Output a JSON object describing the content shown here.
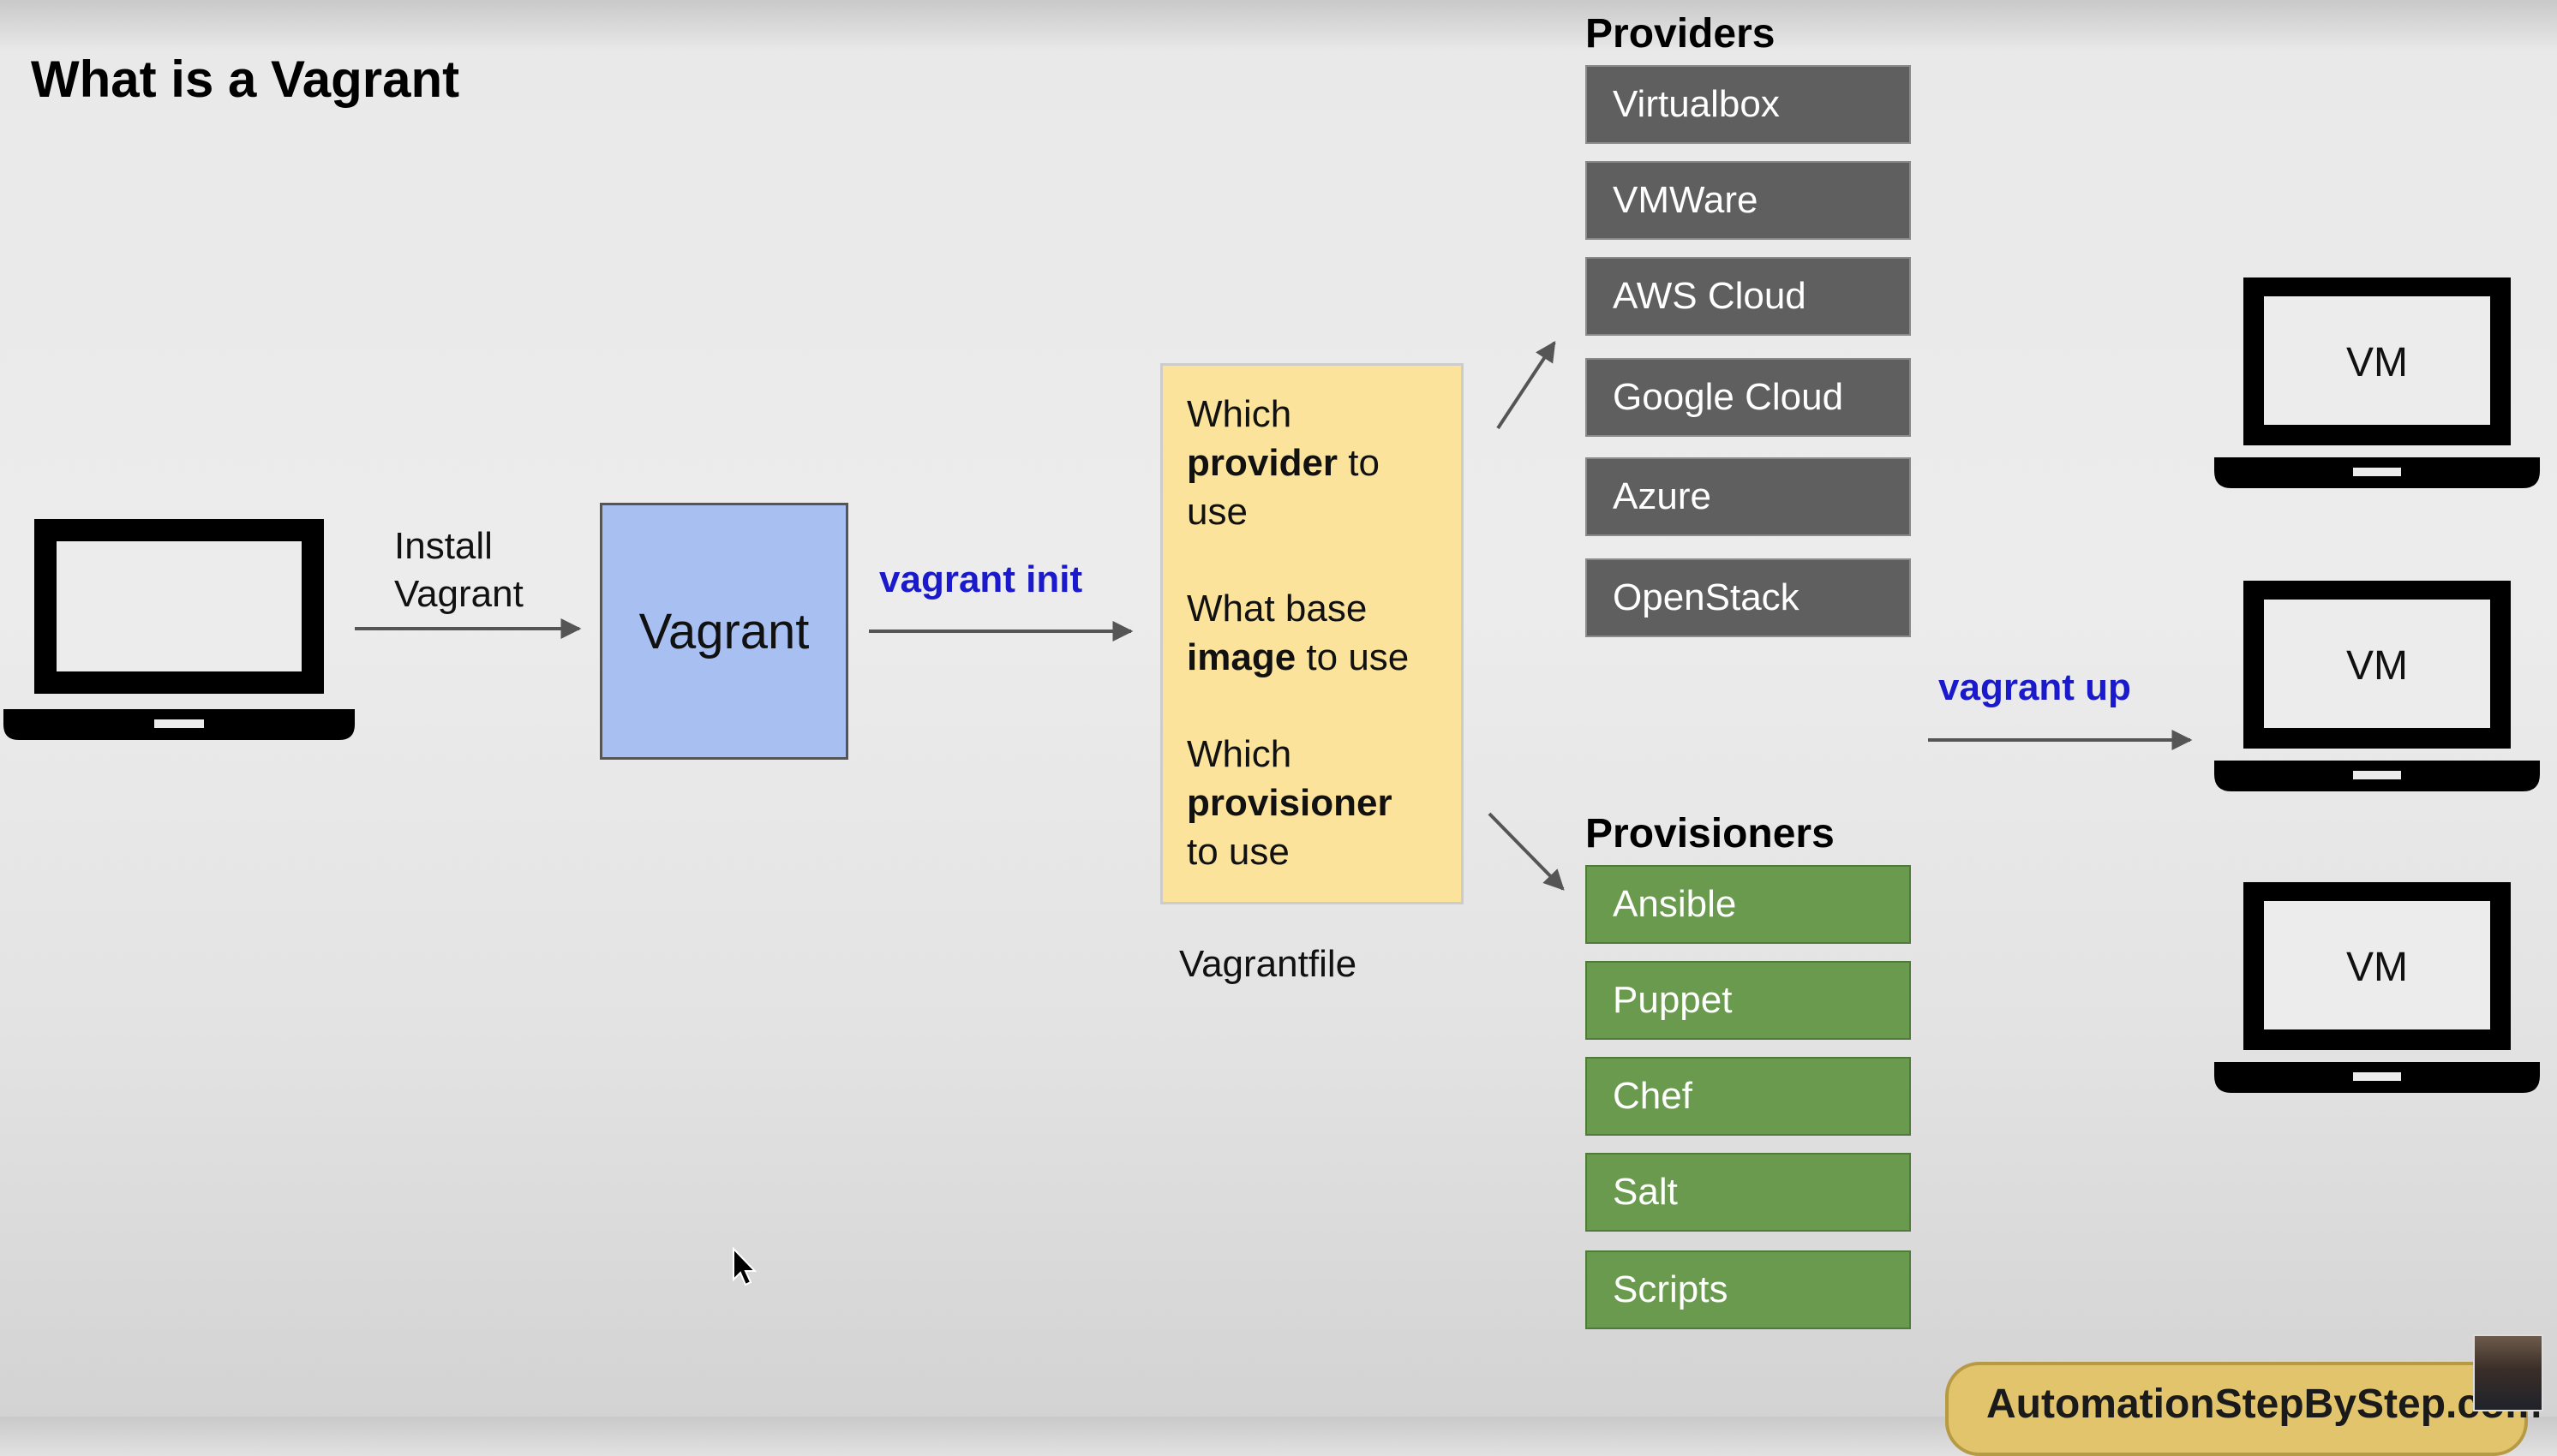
{
  "title": "What is a Vagrant",
  "step1_label_line1": "Install",
  "step1_label_line2": "Vagrant",
  "vagrant_box_label": "Vagrant",
  "vagrant_init": "vagrant init",
  "vagrantfile": {
    "q1_pre": "Which",
    "q1_bold": "provider",
    "q1_post": "to",
    "q1_tail": "use",
    "q2_pre": "What base",
    "q2_bold": "image",
    "q2_post": "to use",
    "q3_pre": "Which",
    "q3_bold": "provisioner",
    "q3_post": "to use",
    "caption": "Vagrantfile"
  },
  "providers": {
    "heading": "Providers",
    "items": [
      "Virtualbox",
      "VMWare",
      "AWS Cloud",
      "Google Cloud",
      "Azure",
      "OpenStack"
    ]
  },
  "provisioners": {
    "heading": "Provisioners",
    "items": [
      "Ansible",
      "Puppet",
      "Chef",
      "Salt",
      "Scripts"
    ]
  },
  "vagrant_up": "vagrant up",
  "vms": [
    "VM",
    "VM",
    "VM"
  ],
  "footer_brand": "AutomationStepByStep.com",
  "colors": {
    "vagrant_box": "#a8c0f1",
    "vagrantfile": "#fbe39b",
    "provider": "#5f5f5f",
    "provisioner": "#6a9a4e",
    "command_text": "#1a1acc"
  }
}
